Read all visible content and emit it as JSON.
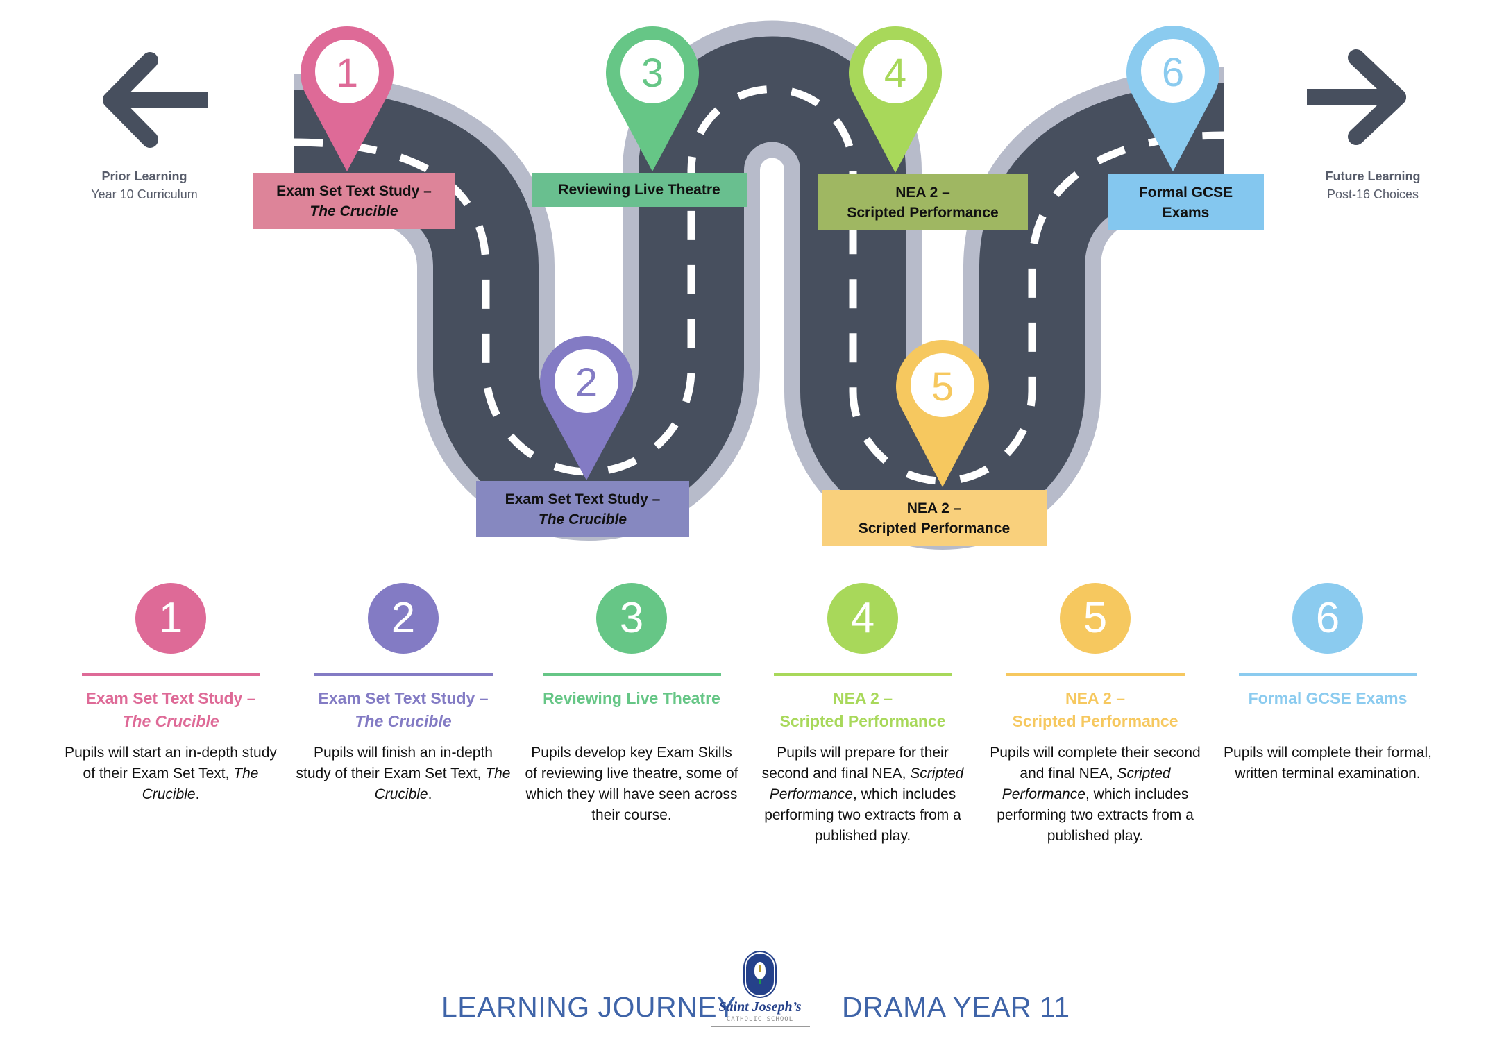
{
  "colors": {
    "road": "#474F5E",
    "road_edge": "#B7BBCA",
    "lane": "#FFFFFF",
    "arrow": "#474F5E",
    "footer_text": "#3F64A8"
  },
  "prior": {
    "icon": "arrow-left-icon",
    "title": "Prior Learning",
    "subtitle": "Year 10 Curriculum"
  },
  "future": {
    "icon": "arrow-right-icon",
    "title": "Future Learning",
    "subtitle": "Post-16 Choices"
  },
  "stages": [
    {
      "number": "1",
      "pin_color": "#DE6A97",
      "label_color": "#DD8499",
      "title_line1": "Exam Set Text Study –",
      "title_line2": "The Crucible",
      "title_line2_italic": true,
      "body_html_parts": [
        "Pupils will start an in-depth study of their Exam Set Text, ",
        "The Crucible",
        "."
      ]
    },
    {
      "number": "2",
      "pin_color": "#837BC4",
      "label_color": "#8688C0",
      "title_line1": "Exam Set Text Study –",
      "title_line2": "The Crucible",
      "title_line2_italic": true,
      "body_html_parts": [
        "Pupils will finish an in-depth study of their Exam Set Text, ",
        "The Crucible",
        "."
      ]
    },
    {
      "number": "3",
      "pin_color": "#66C686",
      "label_color": "#69BF8F",
      "title_line1": "Reviewing Live Theatre",
      "title_line2": "",
      "title_line2_italic": false,
      "body_html_parts": [
        "Pupils develop key Exam Skills of reviewing live theatre, some of which they will have seen across their course.",
        "",
        ""
      ]
    },
    {
      "number": "4",
      "pin_color": "#A8D85A",
      "label_color": "#9FB762",
      "title_line1": "NEA 2 –",
      "title_line2": "Scripted Performance",
      "title_line2_italic": false,
      "body_html_parts": [
        "Pupils will prepare for their second and final NEA, ",
        "Scripted Performance",
        ", which includes performing two extracts from a published play."
      ]
    },
    {
      "number": "5",
      "pin_color": "#F6C85F",
      "label_color": "#F9D07C",
      "title_line1": "NEA 2 –",
      "title_line2": "Scripted Performance",
      "title_line2_italic": false,
      "body_html_parts": [
        "Pupils will complete their second and final NEA, ",
        "Scripted Performance",
        ", which includes performing two extracts from a published play."
      ]
    },
    {
      "number": "6",
      "pin_color": "#8BCBEF",
      "label_color": "#84C7EF",
      "title_line1": "Formal GCSE",
      "title_line2": "Exams",
      "title_line2_italic": false,
      "column_title": "Formal GCSE Exams",
      "body_html_parts": [
        "Pupils will complete their formal, written terminal examination.",
        "",
        ""
      ]
    }
  ],
  "footer": {
    "left": "LEARNING JOURNEY",
    "right": "DRAMA YEAR 11",
    "logo_name": "Saint Joseph’s",
    "logo_sub": "CATHOLIC SCHOOL"
  }
}
